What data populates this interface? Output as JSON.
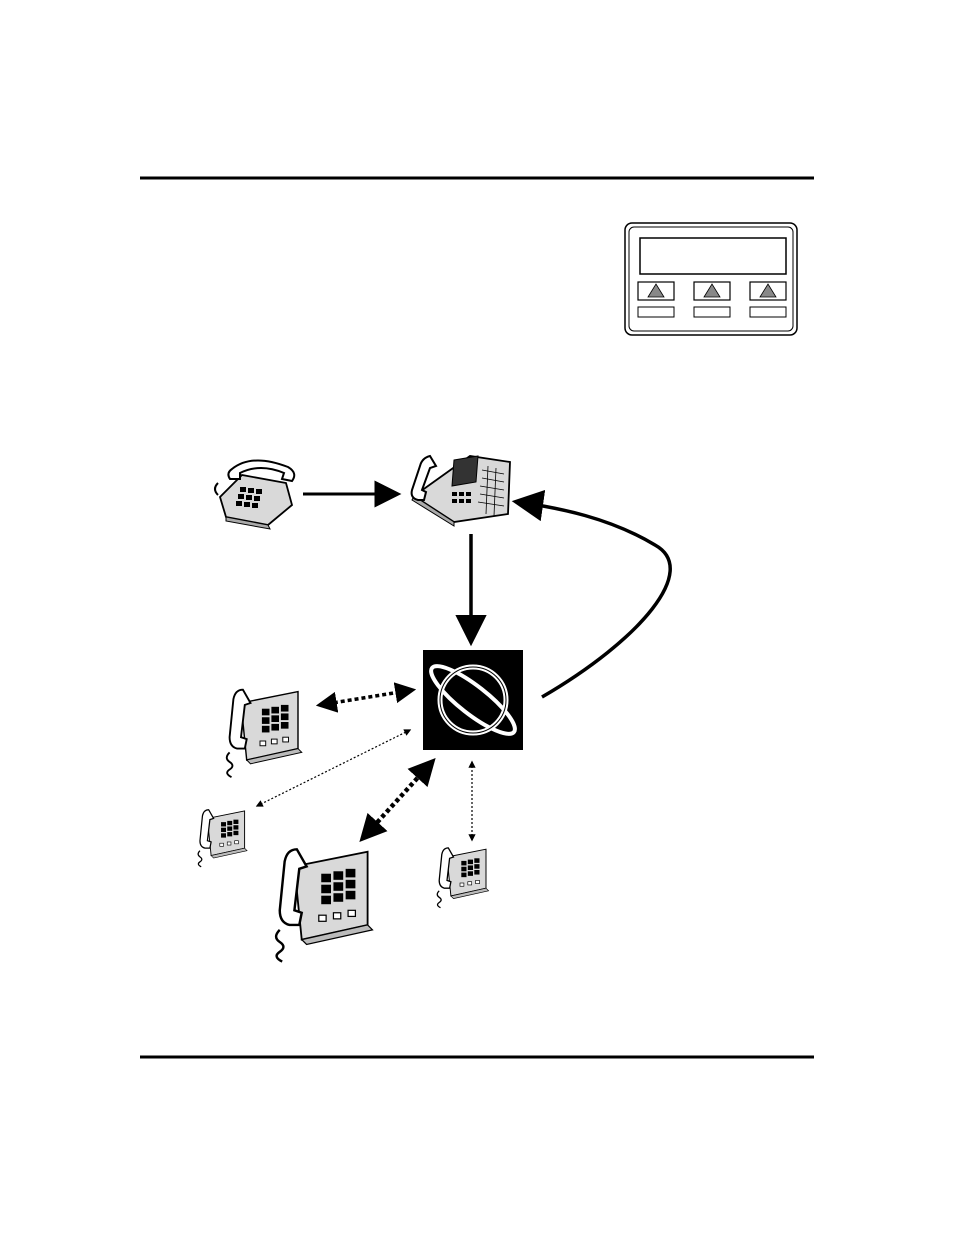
{
  "page": {
    "background": "#ffffff",
    "ink": "#000000",
    "device_fill": "#d9d9d9"
  },
  "display_panel": {
    "softkeys": [
      {
        "name": "softkey-left"
      },
      {
        "name": "softkey-middle"
      },
      {
        "name": "softkey-right"
      }
    ]
  },
  "diagram": {
    "nodes": [
      {
        "id": "rotary-phone",
        "icon": "desk-phone-icon"
      },
      {
        "id": "executive-phone",
        "icon": "multiline-phone-icon"
      },
      {
        "id": "system-hub",
        "icon": "globe-orbit-icon"
      },
      {
        "id": "station-phone-1",
        "icon": "single-line-phone-icon"
      },
      {
        "id": "station-phone-2",
        "icon": "single-line-phone-icon"
      },
      {
        "id": "station-phone-3",
        "icon": "single-line-phone-icon"
      },
      {
        "id": "station-phone-4",
        "icon": "single-line-phone-icon"
      }
    ],
    "edges": [
      {
        "from": "rotary-phone",
        "to": "executive-phone",
        "style": "solid"
      },
      {
        "from": "executive-phone",
        "to": "system-hub",
        "style": "solid"
      },
      {
        "from": "system-hub",
        "to": "executive-phone",
        "style": "solid-curved"
      },
      {
        "from": "system-hub",
        "to": "station-phone-1",
        "style": "dotted-bold",
        "direction": "both"
      },
      {
        "from": "system-hub",
        "to": "station-phone-2",
        "style": "dotted-thin",
        "direction": "both"
      },
      {
        "from": "system-hub",
        "to": "station-phone-3",
        "style": "dotted-bold",
        "direction": "both"
      },
      {
        "from": "system-hub",
        "to": "station-phone-4",
        "style": "dotted-thin",
        "direction": "both"
      }
    ]
  }
}
